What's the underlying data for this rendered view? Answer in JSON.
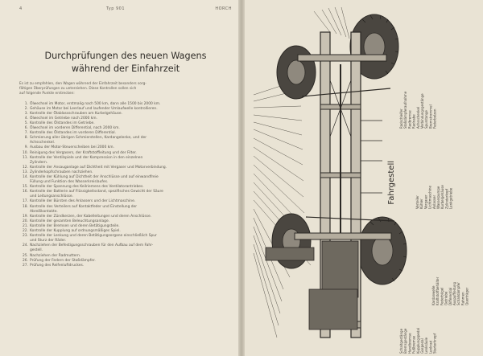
{
  "left_page": {
    "page_number": "4",
    "type_label": "Typ 901",
    "brand": "HORCH",
    "title_line1": "Durchprüfungen des neuen Wagens",
    "title_line2": "während der Einfahrzeit",
    "intro": "Es ist zu empfehlen, den Wagen während der Einfahrzeit besonders sorg-\nfältigen Überprüfungen zu unterziehen. Diese Kontrollen sollen sich\nauf folgende Punkte erstrecken:",
    "items": [
      {
        "n": "1.",
        "t": "Ölwechsel im Motor, erstmalig nach 500 km, dann alle 1500 bis 2000 km."
      },
      {
        "n": "2.",
        "t": "Gehäuse im Motor bei Leerlauf und laufender Umlaufwelle kontrollieren."
      },
      {
        "n": "3.",
        "t": "Kontrolle der Ölablassschrauben am Kurbelgehäuse."
      },
      {
        "n": "4.",
        "t": "Ölwechsel im Getriebe nach 2000 km."
      },
      {
        "n": "5.",
        "t": "Kontrolle des Ölstandes im Getriebe."
      },
      {
        "n": "6.",
        "t": "Ölwechsel im vorderen Differential, nach 2000 km."
      },
      {
        "n": "7.",
        "t": "Kontrolle des Ölstandes im vorderen Differential."
      },
      {
        "n": "8.",
        "t": "Schmierung aller übrigen Schmierstellen, Kardangelenke, und der\nAchsschenkel."
      },
      {
        "n": "9.",
        "t": "Ausbau der Motor-Steuerscheiben bei 2000 km."
      },
      {
        "n": "10.",
        "t": "Reinigung des Vergasers, der Kraftstoffleitung und der Filter."
      },
      {
        "n": "11.",
        "t": "Kontrolle der Ventilspiele und der Kompression in den einzelnen\nZylindern."
      },
      {
        "n": "12.",
        "t": "Kontrolle der Ansauganlage auf Dichtheit mit Vergaser und Motorverbindung."
      },
      {
        "n": "13.",
        "t": "Zylinderkopfschrauben nachziehen."
      },
      {
        "n": "14.",
        "t": "Kontrolle der Kühlung auf Dichtheit der Anschlüsse und auf einwandfreie\nFüllung und Funktion des Wasserkreislaufes."
      },
      {
        "n": "15.",
        "t": "Kontrolle der Spannung des Keilriemens des Ventilatorantriebes."
      },
      {
        "n": "16.",
        "t": "Kontrolle der Batterie auf Flüssigkeitsstand, spezifisches Gewicht der Säure\nund Leitungsanschlüsse."
      },
      {
        "n": "17.",
        "t": "Kontrolle der Bürsten des Anlassers und der Lichtmaschine."
      },
      {
        "n": "18.",
        "t": "Kontrolle des Verteilers auf Kontaktfeder und Einstellung der\nAbreißkontakte."
      },
      {
        "n": "19.",
        "t": "Kontrolle der Zündkerzen, der Kabelleitungen und deren Anschlüsse."
      },
      {
        "n": "20.",
        "t": "Kontrolle der gesamten Beleuchtungsanlage."
      },
      {
        "n": "21.",
        "t": "Kontrolle der Bremsen und deren Betätigungsteile."
      },
      {
        "n": "22.",
        "t": "Kontrolle der Kupplung auf ordnungsmäßiges Spiel."
      },
      {
        "n": "23.",
        "t": "Kontrolle der Lenkung und deren Betätigungsorgane einschließlich Spur\nund Sturz der Räder."
      },
      {
        "n": "24.",
        "t": "Nachziehen der Befestigungsschrauben für den Aufbau auf dem Fahr-\ngestell."
      },
      {
        "n": "25.",
        "t": "Nachziehen der Radmuttern."
      },
      {
        "n": "26.",
        "t": "Prüfung der Federn der Stoßdämpfer."
      },
      {
        "n": "27.",
        "t": "Prüfung des Reifenluftdruckes."
      }
    ]
  },
  "right_page": {
    "heading": "Fahrgestell",
    "label_col_1": [
      "Radschleifer",
      "Stoßdämpferaufnahme",
      "Radbremse",
      "Radnabe",
      "Achsschenkel",
      "Verbindungsgestänge",
      "Spurstange",
      "Bremstrommel",
      "Federbolzen"
    ],
    "label_col_2": [
      "Verteiler",
      "Kühler",
      "Vergaser",
      "Lichtmaschine",
      "Anlasser",
      "Wasserpumpe",
      "Kurbelgehäuse",
      "Zylinderkopf",
      "Lenkgetriebe"
    ],
    "label_col_3": [
      "Kardanwelle",
      "Kraftstoffbehälter",
      "Federbügel",
      "Getriebe",
      "Differential",
      "Auspuffleitung",
      "Schalldämpfer",
      "Rahmen",
      "Querträger"
    ],
    "label_col_4": [
      "Schaltgestänge",
      "Bremsgestänge",
      "Handbremse",
      "Fußbremse",
      "Kupplungspedal",
      "Gaspedal",
      "Lenksäule",
      "Lenkrad",
      "Starterknopf"
    ]
  },
  "colors": {
    "paper_left": "#ece6d8",
    "paper_right": "#e9e3d4",
    "ink": "#2f2c28",
    "drawing": "#3b3833"
  },
  "icons": [
    "chassis-illustration"
  ]
}
